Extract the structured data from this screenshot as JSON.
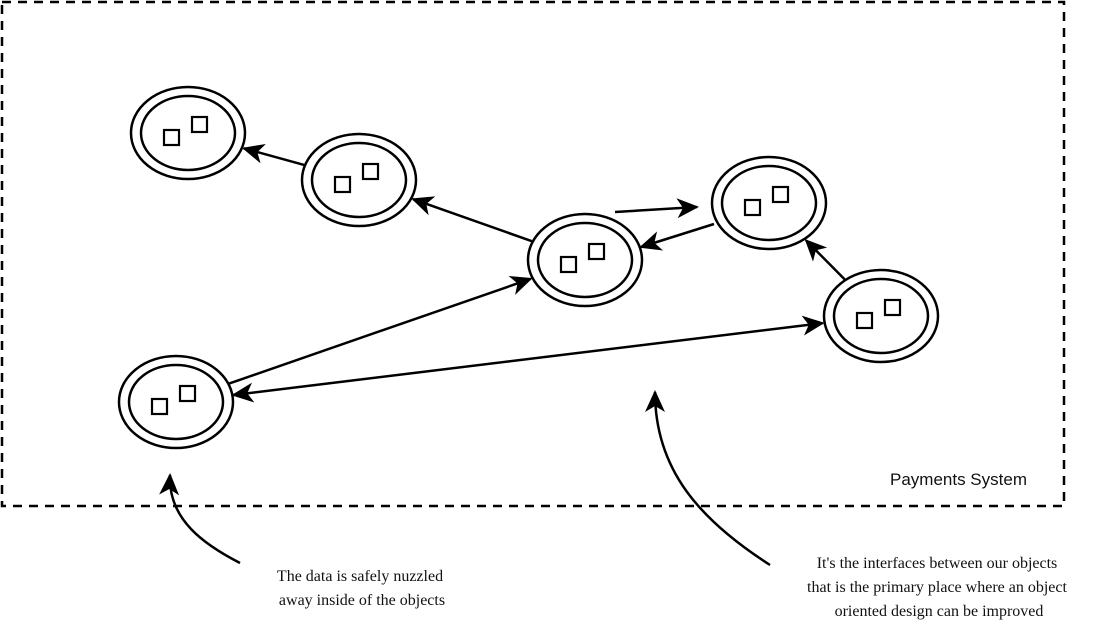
{
  "diagram": {
    "boundary": {
      "label": "Payments System",
      "style": "dashed"
    },
    "objects": [
      {
        "id": "obj-1",
        "icon": "object-with-data-icon",
        "data_items": 2
      },
      {
        "id": "obj-2",
        "icon": "object-with-data-icon",
        "data_items": 2
      },
      {
        "id": "obj-3",
        "icon": "object-with-data-icon",
        "data_items": 2
      },
      {
        "id": "obj-4",
        "icon": "object-with-data-icon",
        "data_items": 2
      },
      {
        "id": "obj-5",
        "icon": "object-with-data-icon",
        "data_items": 2
      },
      {
        "id": "obj-6",
        "icon": "object-with-data-icon",
        "data_items": 2
      }
    ],
    "connections": [
      {
        "from": "obj-2",
        "to": "obj-1",
        "direction": "forward"
      },
      {
        "from": "obj-3",
        "to": "obj-2",
        "direction": "forward"
      },
      {
        "from": "obj-3",
        "to": "obj-4",
        "direction": "forward"
      },
      {
        "from": "obj-4",
        "to": "obj-3",
        "direction": "forward"
      },
      {
        "from": "obj-5",
        "to": "obj-4",
        "direction": "forward"
      },
      {
        "from": "obj-6",
        "to": "obj-3",
        "direction": "forward"
      },
      {
        "from": "obj-6",
        "to": "obj-5",
        "direction": "both"
      }
    ],
    "annotations": [
      {
        "id": "data-note",
        "lines": [
          "The data is safely nuzzled",
          "away inside of the objects"
        ],
        "points_to": "obj-6"
      },
      {
        "id": "interface-note",
        "lines": [
          "It's the interfaces between our objects",
          "that is the primary place where an object",
          "oriented design can be improved"
        ],
        "points_to": "connections"
      }
    ]
  }
}
